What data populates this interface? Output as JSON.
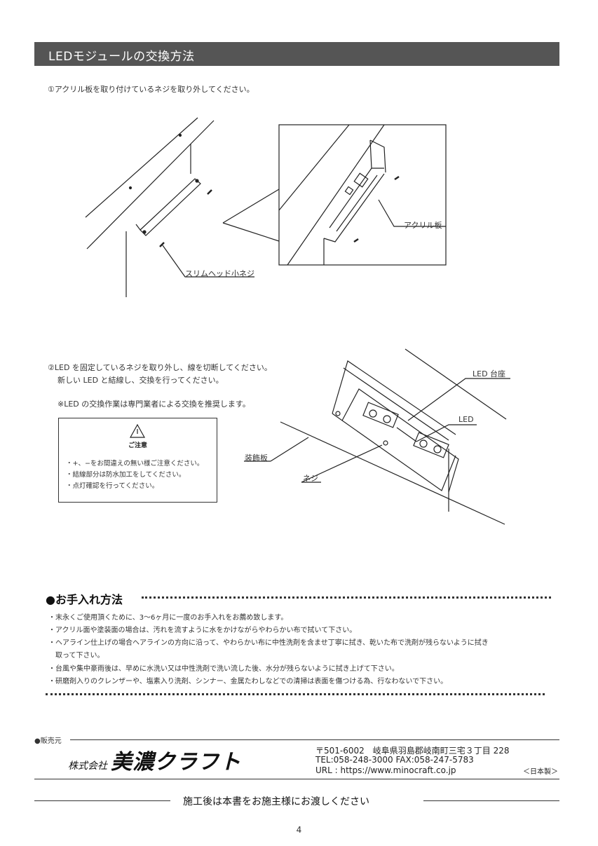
{
  "header": {
    "title": "LEDモジュールの交換方法"
  },
  "step1": {
    "text": "①アクリル板を取り付けているネジを取り外してください。",
    "label_acrylic": "アクリル板",
    "label_screw": "スリムヘッド小ネジ"
  },
  "step2": {
    "line1": "②LED を固定しているネジを取り外し、線を切断してください。",
    "line2": "新しい LED と結線し、交換を行ってください。",
    "note": "※LED の交換作業は専門業者による交換を推奨します。",
    "label_led_base": "LED 台座",
    "label_led": "LED",
    "label_panel": "装飾板",
    "label_screw": "ネジ"
  },
  "caution": {
    "title": "ご注意",
    "items": [
      "・+、−をお間違えの無い様ご注意ください。",
      "・結線部分は防水加工をしてください。",
      "・点灯確認を行ってください。"
    ]
  },
  "maintenance": {
    "title": "●お手入れ方法",
    "lines": [
      "・末永くご使用頂くために、3～6ヶ月に一度のお手入れをお薦め致します。",
      "・アクリル面や塗装面の場合は、汚れを流すように水をかけながらやわらかい布で拭いて下さい。",
      "・ヘアライン仕上げの場合ヘアラインの方向に沿って、やわらかい布に中性洗剤を含ませ丁寧に拭き、乾いた布で洗剤が残らないように拭き",
      "　取って下さい。",
      "・台風や集中豪雨後は、早めに水洗い又は中性洗剤で洗い流した後、水分が残らないように拭き上げて下さい。",
      "・研磨剤入りのクレンザーや、塩素入り洗剤、シンナー、金属たわしなどでの清掃は表面を傷つける為、行なわないで下さい。"
    ]
  },
  "footer": {
    "seller_label": "●販売元",
    "company_prefix": "株式会社",
    "company_name": "美濃クラフト",
    "address": "〒501-6002　岐阜県羽島郡岐南町三宅３丁目 228",
    "tel": "TEL:058-248-3000  FAX:058-247-5783",
    "url": "URL : https://www.minocraft.co.jp",
    "made_in": "＜日本製＞",
    "handover": "施工後は本書をお施主様にお渡しください"
  },
  "page_number": "4"
}
